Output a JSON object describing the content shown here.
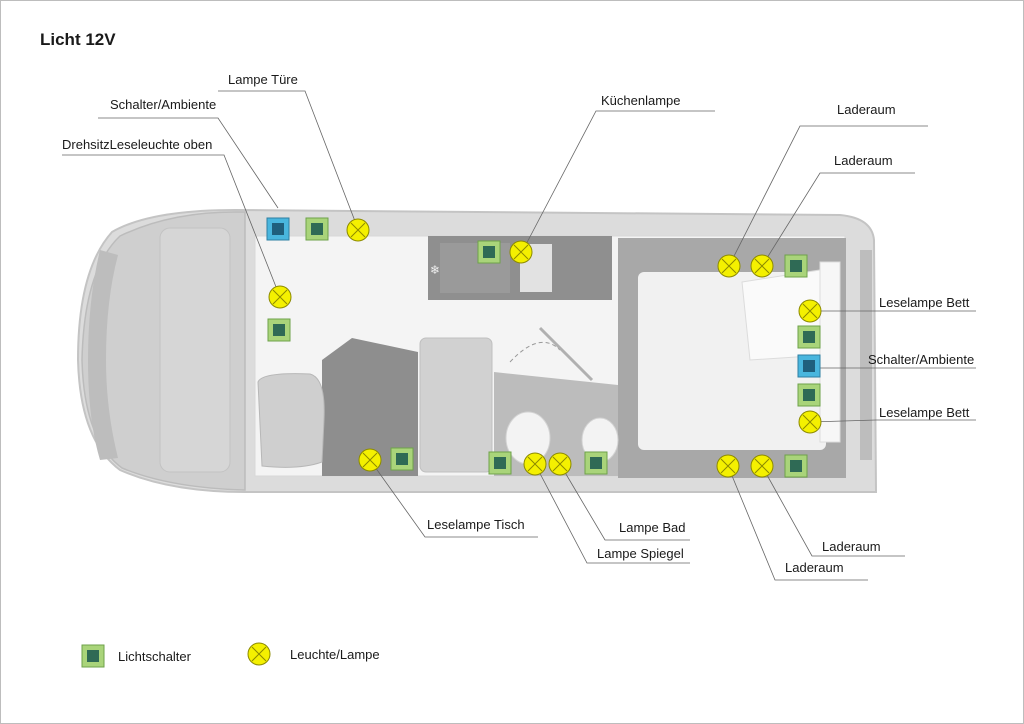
{
  "title": "Licht 12V",
  "labels": {
    "lampe_tuere": "Lampe Türe",
    "schalter_ambiente_left": "Schalter/Ambiente",
    "drehsitz_leseleuchte": "DrehsitzLeseleuchte oben",
    "kuechenlampe": "Küchenlampe",
    "laderaum_top1": "Laderaum",
    "laderaum_top2": "Laderaum",
    "leselampe_bett_top": "Leselampe Bett",
    "schalter_ambiente_right": "Schalter/Ambiente",
    "leselampe_bett_bottom": "Leselampe Bett",
    "leselampe_tisch": "Leselampe Tisch",
    "lampe_bad": "Lampe Bad",
    "lampe_spiegel": "Lampe Spiegel",
    "laderaum_bottom1": "Laderaum",
    "laderaum_bottom2": "Laderaum"
  },
  "legend": {
    "switch_label": "Lichtschalter",
    "lamp_label": "Leuchte/Lampe"
  },
  "colors": {
    "lamp_fill": "#f4f000",
    "switch_fill": "#a9d47a",
    "switch_inner": "#2f6a55",
    "ambient_fill": "#49b6de",
    "ambient_inner": "#1f5f7d"
  },
  "icons": {
    "lamp": "lamp-icon",
    "switch": "light-switch-icon",
    "ambient": "ambient-switch-icon"
  }
}
